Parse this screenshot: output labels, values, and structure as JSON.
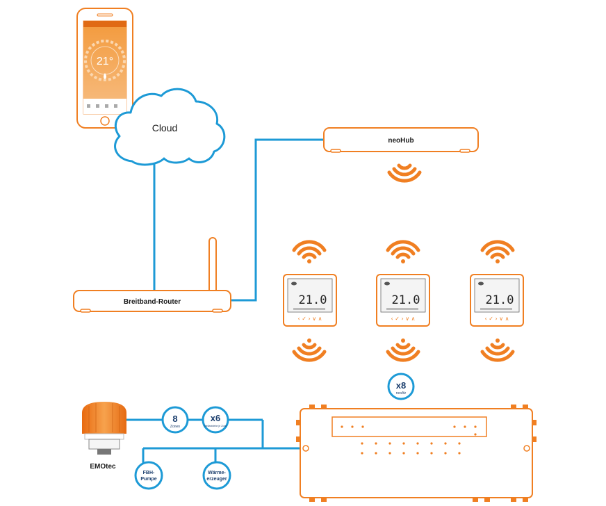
{
  "phone": {
    "temperature": "21°"
  },
  "cloud": {
    "label": "Cloud"
  },
  "hub": {
    "label": "neoHub"
  },
  "router": {
    "label": "Breitband-Router"
  },
  "thermostats": [
    {
      "reading": "21.0"
    },
    {
      "reading": "21.0"
    },
    {
      "reading": "21.0"
    }
  ],
  "neoair_badge": {
    "count": "x8",
    "caption": "neoAir"
  },
  "emotec": {
    "label": "EMOtec"
  },
  "zones_badge": {
    "count": "8",
    "caption": "Zonen"
  },
  "actuators_badge": {
    "count": "x6",
    "caption": "Stellantriebe je Zone"
  },
  "pump": {
    "line1": "FBH-",
    "line2": "Pumpe"
  },
  "heater": {
    "line1": "Wärme-",
    "line2": "erzeuger"
  },
  "colors": {
    "orange": "#f07f22",
    "blue": "#1d9ad6",
    "navy": "#1c3f6e"
  }
}
